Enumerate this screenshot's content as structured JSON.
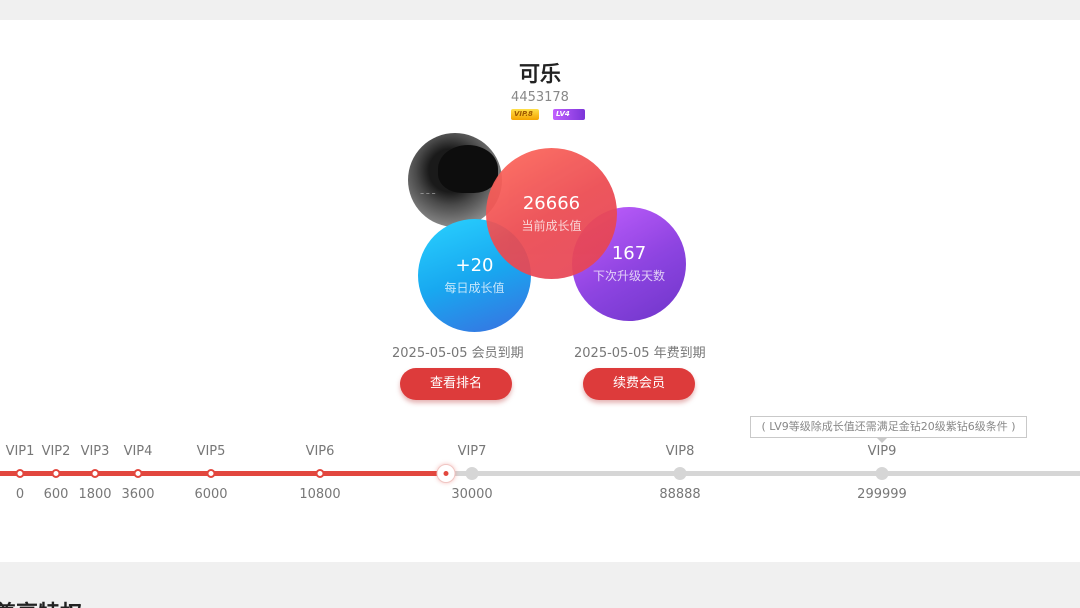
{
  "profile": {
    "name": "可乐",
    "user_id": "4453178",
    "vip_badge": "VIP.8",
    "level_badge": "LV4"
  },
  "stats": {
    "current_growth": {
      "value": "26666",
      "label": "当前成长值"
    },
    "daily_growth": {
      "value": "+20",
      "label": "每日成长值"
    },
    "days_to_upgrade": {
      "value": "167",
      "label": "下次升级天数"
    }
  },
  "expiry": {
    "member": "2025-05-05 会员到期",
    "annual": "2025-05-05 年费到期"
  },
  "buttons": {
    "view_ranking": "查看排名",
    "renew": "续费会员"
  },
  "tooltip": "( LV9等级除成长值还需满足金钻20级紫钻6级条件 )",
  "levels": [
    {
      "name": "VIP1",
      "threshold": "0",
      "reached": true
    },
    {
      "name": "VIP2",
      "threshold": "600",
      "reached": true
    },
    {
      "name": "VIP3",
      "threshold": "1800",
      "reached": true
    },
    {
      "name": "VIP4",
      "threshold": "3600",
      "reached": true
    },
    {
      "name": "VIP5",
      "threshold": "6000",
      "reached": true
    },
    {
      "name": "VIP6",
      "threshold": "10800",
      "reached": true
    },
    {
      "name": "VIP7",
      "threshold": "30000",
      "reached": false
    },
    {
      "name": "VIP8",
      "threshold": "88888",
      "reached": false
    },
    {
      "name": "VIP9",
      "threshold": "299999",
      "reached": false
    }
  ],
  "section_title": "尊享特权",
  "colors": {
    "accent_red": "#e2473e",
    "button_red": "#dd3b3b",
    "track_grey": "#d6d6d6",
    "blue_circle": "#18a8f0",
    "purple_circle": "#8a3ee0",
    "red_circle": "#ec4a50"
  },
  "icons": {
    "avatar": "user-avatar-image",
    "current_marker": "progress-marker-icon"
  }
}
